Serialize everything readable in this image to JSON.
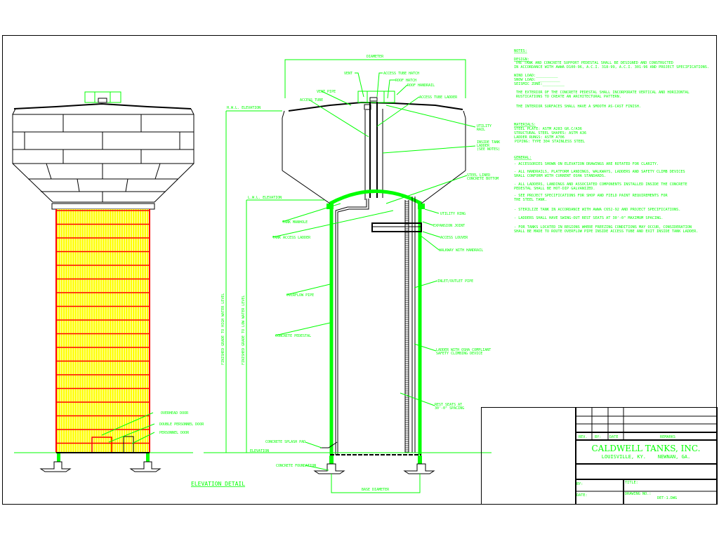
{
  "colors": {
    "annotation": "#00ff00",
    "outline": "#000000",
    "pedestal_fill": "#ffff00",
    "pedestal_lines": "#ff0000",
    "background": "#ffffff"
  },
  "elevation": {
    "title": "ELEVATION DETAIL",
    "labels": [
      "OVERHEAD DOOR",
      "DOUBLE PERSONNEL DOOR",
      "PERSONNEL DOOR"
    ]
  },
  "section": {
    "diameter": "DIAMETER",
    "base_diameter": "BASE DIAMETER",
    "hwl": "H.W.L. ELEVATION",
    "lwl": "L.W.L. ELEVATION",
    "elevation": "ELEVATION",
    "dim_high": "FINISHED GRADE TO HIGH WATER LEVEL",
    "dim_low": "FINISHED GRADE TO LOW WATER LEVEL",
    "callouts": {
      "vent": "VENT",
      "access_tube_hatch": "ACCESS TUBE HATCH",
      "roof_hatch": "ROOF HATCH",
      "roof_handrail": "ROOF HANDRAIL",
      "vent_pipe": "VENT PIPE",
      "access_tube": "ACCESS TUBE",
      "access_tube_ladder": "ACCESS TUBE LADDER",
      "utility_rail_1": "UTILITY",
      "utility_rail_2": "RAIL",
      "inside_ladder_1": "INSIDE TANK",
      "inside_ladder_2": "LADDER",
      "inside_ladder_3": "(SEE NOTES)",
      "steel_lined_1": "STEEL LINED",
      "steel_lined_2": "CONCRETE BOTTOM",
      "utility_ring": "UTILITY RING",
      "tank_manhole": "TANK MANHOLE",
      "expansion_joint": "EXPANSION JOINT",
      "tank_access_ladder": "TANK ACCESS LADDER",
      "access_louver": "ACCESS LOUVER",
      "walkway": "WALKWAY WITH HANDRAIL",
      "inlet_outlet": "INLET/OUTLET PIPE",
      "overflow": "OVERFLOW PIPE",
      "pedestal": "CONCRETE PEDESTAL",
      "ladder_1": "LADDER WITH OSHA COMPLIANT",
      "ladder_2": "SAFETY CLIMBING DEVICE",
      "rest_1": "REST SEATS AT",
      "rest_2": "30'-0\" SPACING",
      "splash_pad": "CONCRETE SPLASH PAD",
      "foundation": "CONCRETE FOUNDATION"
    }
  },
  "notes": {
    "heading": "NOTES:",
    "design_heading": "DESIGN:",
    "design_1": "THE TANK AND CONCRETE SUPPORT PEDESTAL SHALL BE DESIGNED AND CONSTRUCTED",
    "design_2": "IN ACCORDANCE WITH AWWA D100-96, A.C.I. 318-99, A.C.I. 301-96 AND PROJECT SPECIFICATIONS.",
    "wind": "WIND LOAD:__________",
    "snow": "SNOW LOAD: __________",
    "seismic": "SEISMIC ZONE:__________",
    "exterior_1": "THE EXTERIOR OF THE CONCRETE PEDESTAL SHALL INCORPORATE VERTICAL AND HORIZONTAL",
    "exterior_2": "RUSTICATIONS TO CREATE AN ARCHITECTURAL PATTERN.",
    "interior": "THE INTERIOR SURFACES SHALL HAVE A SMOOTH AS-CAST FINISH.",
    "materials_heading": "MATERIALS:",
    "materials": [
      "STEEL PLATE: ASTM A283 GR.C/A36",
      "STRUCTURAL STEEL SHAPES: ASTM A36",
      "LADDER RUNGS: ASTM A706",
      "PIPING: TYPE 304 STAINLESS STEEL"
    ],
    "general_heading": "GENERAL:",
    "general": [
      "- ACCESSORIES SHOWN ON ELEVATION DRAWINGS ARE ROTATED FOR CLARITY.",
      "- ALL HANDRAILS, PLATFORM LANDINGS, WALKWAYS, LADDERS AND SAFETY CLIMB DEVICES",
      "  SHALL CONFORM WITH CURRENT OSHA STANDARDS.",
      "- ALL LADDERS, LANDINGS AND ASSOCIATED COMPONENTS INSTALLED INSIDE THE CONCRETE",
      "  PEDESTAL SHALL BE HOT-DIP GALVANIZED.",
      "- SEE PROJECT SPECIFICATIONS FOR SHOP AND FIELD PAINT REQUIREMENTS FOR",
      "  THE STEEL TANK.",
      "- STERILIZE TANK IN ACCORDANCE WITH AWWA C652-92 AND PROJECT SPECIFICATIONS.",
      "- LADDERS SHALL HAVE SWING-OUT REST SEATS AT 30'-0\" MAXIMUM SPACING.",
      "- FOR TANKS LOCATED IN REGIONS WHERE FREEZING CONDITIONS MAY OCCUR, CONSIDERATION",
      "  SHALL BE MADE TO ROUTE OVERFLOW PIPE INSIDE ACCESS TUBE AND EXIT INSIDE TANK LADDER."
    ]
  },
  "title_block": {
    "rev": "REV.",
    "by": "BY:",
    "date": "DATE",
    "remarks": "REMARKS",
    "company": "CALDWELL TANKS, INC.",
    "locations": "LOUISVILLE, KY.    NEWNAN, GA.",
    "by_label": "BY:",
    "date_label": "DATE:",
    "title_label": "TITLE:",
    "drawing_no_label": "DRAWING NO.:",
    "drawing_no": "DET-1.DWG"
  }
}
